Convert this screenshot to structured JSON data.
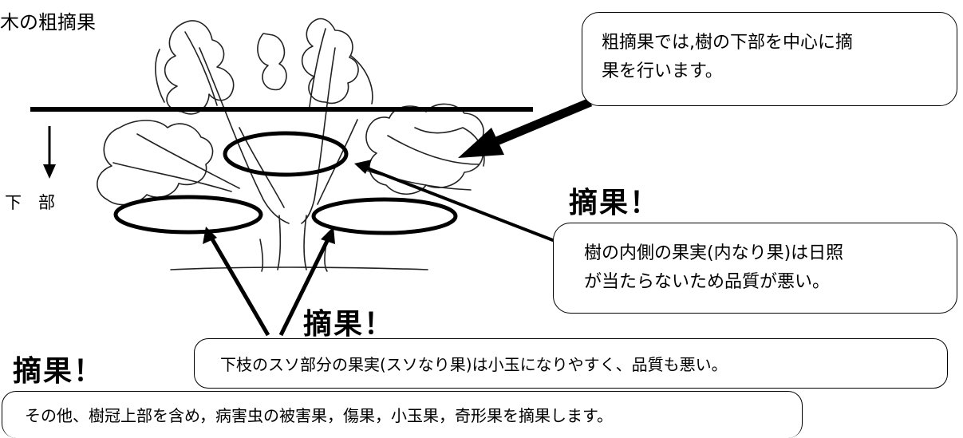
{
  "diagram": {
    "title": "木の粗摘果",
    "lower_label": "下　部",
    "callout_top": {
      "line1": "粗摘果では,樹の下部を中心に摘",
      "line2": "果を行います。"
    },
    "exclaim_right": "摘果！",
    "callout_inner": {
      "line1": "樹の内側の果実(内なり果)は日照",
      "line2": "が当たらないため品質が悪い。"
    },
    "exclaim_center": "摘果！",
    "callout_lower": "下枝のスソ部分の果実(スソなり果)は小玉になりやすく、品質も悪い。",
    "exclaim_left": "摘果！",
    "callout_other": "その他、樹冠上部を含め，病害虫の被害果，傷果，小玉果，奇形果を摘果します。"
  }
}
